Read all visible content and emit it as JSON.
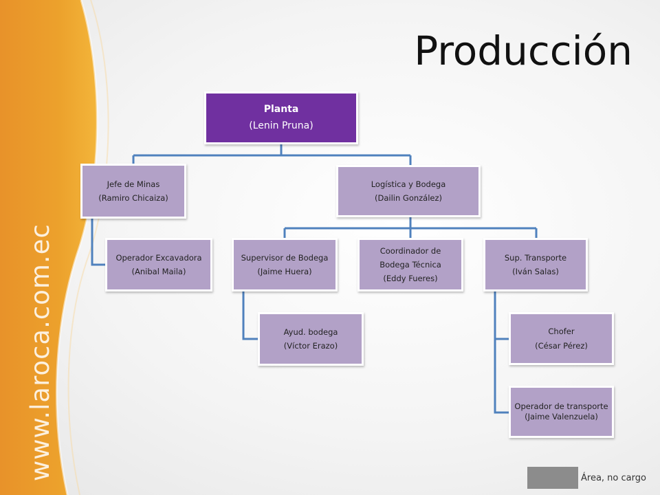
{
  "slide": {
    "title": "Producción",
    "site_url": "www.laroca.com.ec"
  },
  "org_chart": {
    "root": {
      "title": "Planta",
      "name": "(Lenin Pruna)"
    },
    "jefe_minas": {
      "title": "Jefe de Minas",
      "name": "(Ramiro Chicaiza)"
    },
    "operador_excavadora": {
      "title": "Operador Excavadora",
      "name": "(Anibal Maila)"
    },
    "logistica": {
      "title": "Logística y Bodega",
      "name": "(Dailin González)"
    },
    "supervisor_bodega": {
      "title": "Supervisor de Bodega",
      "name": "(Jaime Huera)"
    },
    "ayud_bodega": {
      "title": "Ayud. bodega",
      "name": "(Víctor Erazo)"
    },
    "coordinador": {
      "title_line1": "Coordinador de",
      "title_line2": "Bodega Técnica",
      "name": "(Eddy Fueres)"
    },
    "sup_transporte": {
      "title": "Sup. Transporte",
      "name": "(Iván Salas)"
    },
    "chofer": {
      "title": "Chofer",
      "name": "(César Pérez)"
    },
    "operador_transporte": {
      "title": "Operador de transporte",
      "name": "(Jaime Valenzuela)"
    }
  },
  "legend": {
    "label": "Área, no cargo"
  },
  "colors": {
    "root_fill": "#7030a0",
    "node_fill": "#b2a1c7",
    "connector": "#4f81bd",
    "legend_swatch": "#8c8c8c",
    "accent_orange": "#e9a12a"
  }
}
